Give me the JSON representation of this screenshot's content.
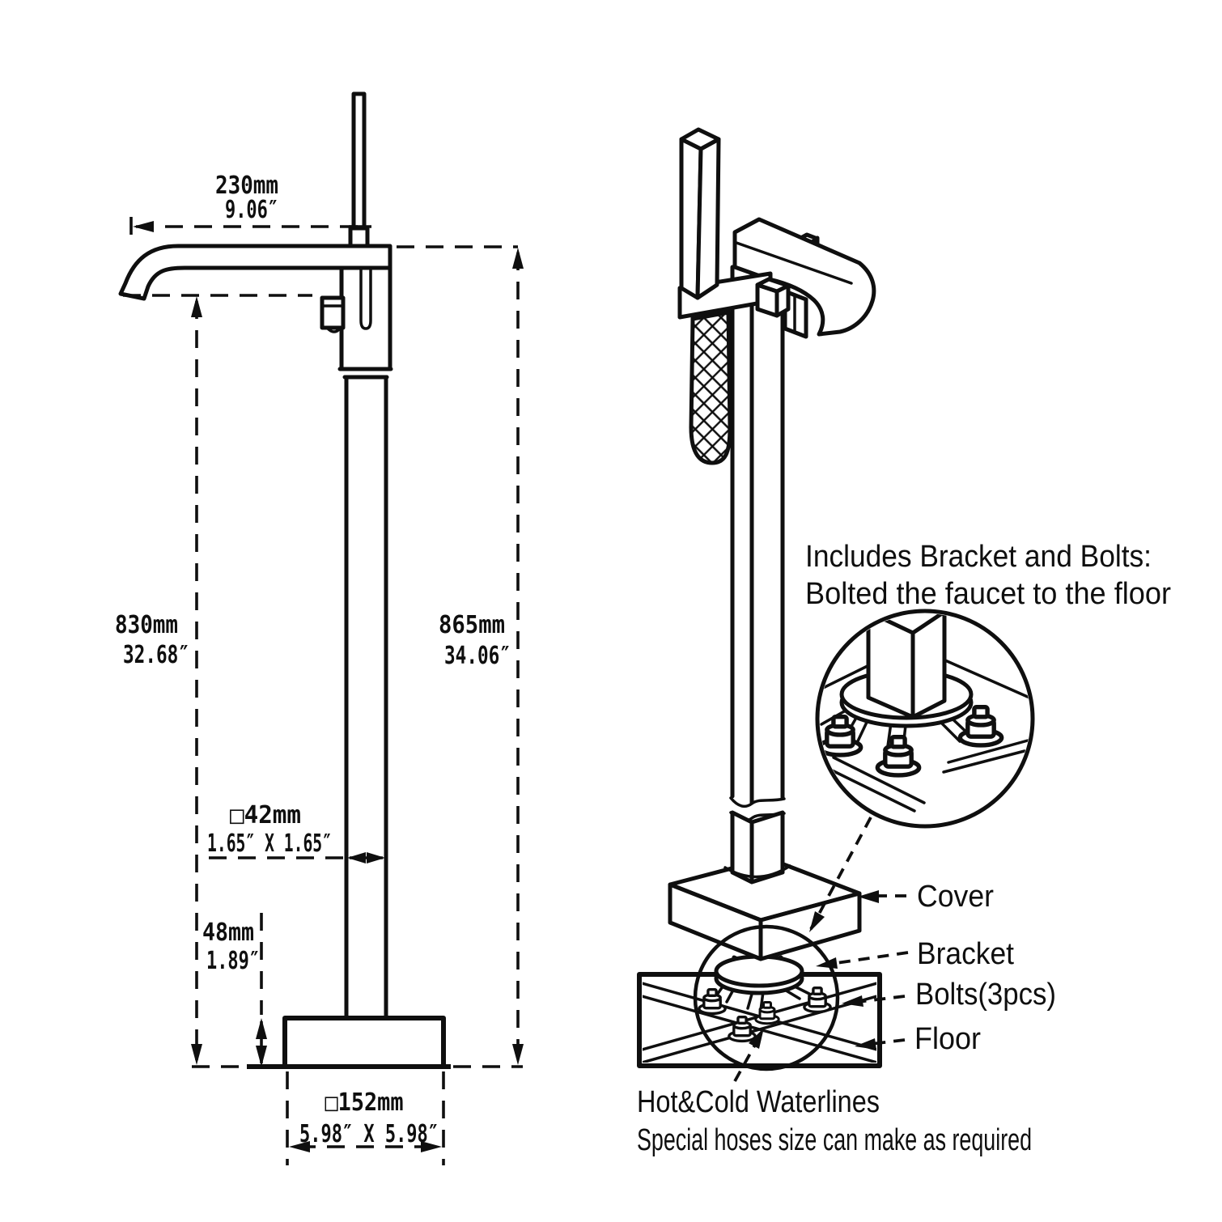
{
  "colors": {
    "line": "#0f0f0f",
    "background": "#ffffff"
  },
  "front_view": {
    "spout_reach": {
      "mm": "230mm",
      "inch": "9.06″"
    },
    "spout_height": {
      "mm": "830mm",
      "inch": "32.68″"
    },
    "total_height": {
      "mm": "865mm",
      "inch": "34.06″"
    },
    "column_size": {
      "mm": "□42mm",
      "inch": "1.65″ X 1.65″"
    },
    "base_height": {
      "mm": "48mm",
      "inch": "1.89″"
    },
    "base_size": {
      "mm": "□152mm",
      "inch": "5.98″ X 5.98″"
    }
  },
  "iso_view": {
    "note": {
      "line1": "Includes Bracket and Bolts:",
      "line2": "Bolted the faucet to the floor"
    },
    "callouts": {
      "cover": "Cover",
      "bracket": "Bracket",
      "bolts": "Bolts(3pcs)",
      "floor": "Floor"
    },
    "footnote": {
      "line1": "Hot&Cold Waterlines",
      "line2": "Special hoses size can make as required"
    }
  }
}
